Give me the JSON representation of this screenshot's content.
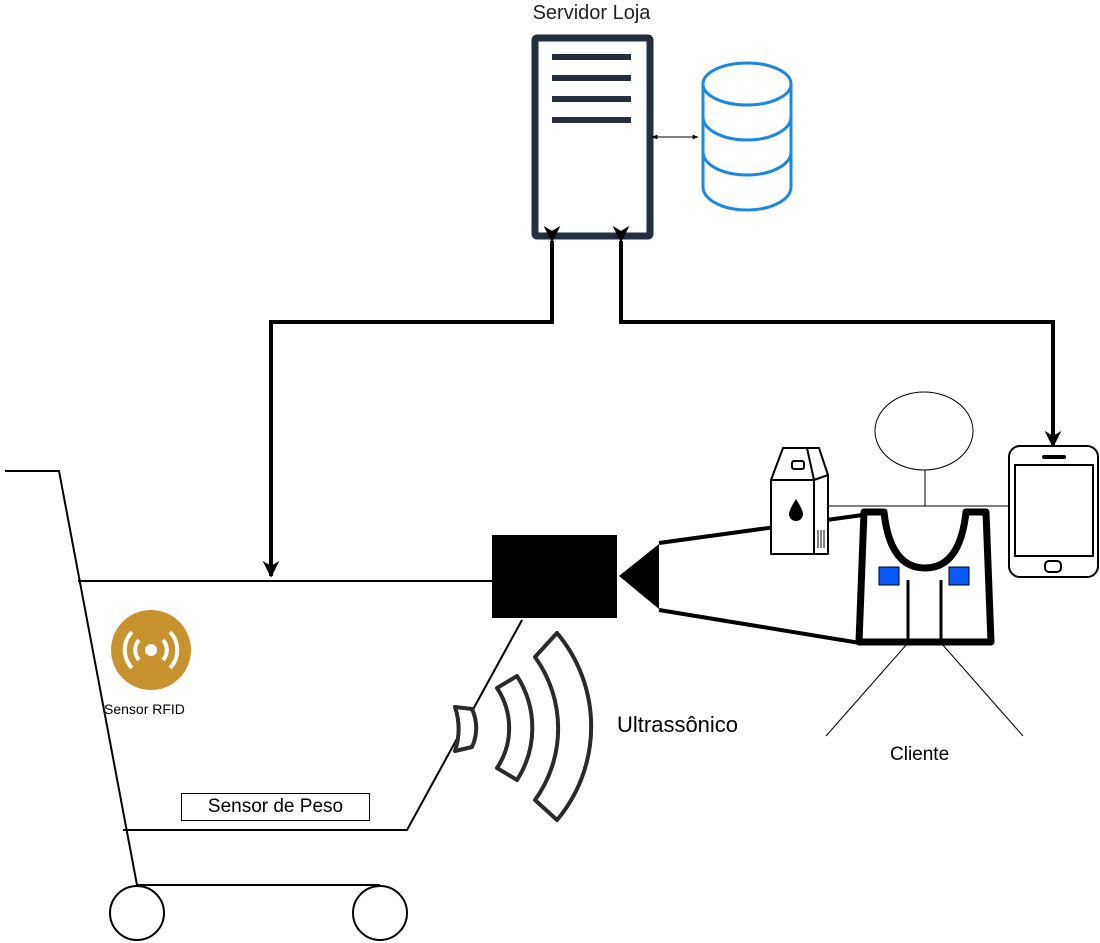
{
  "diagram": {
    "server_label": "Servidor Loja",
    "rfid_label": "Sensor RFID",
    "weight_sensor_label": "Sensor de Peso",
    "ultrasonic_label": "Ultrassônico",
    "client_label": "Cliente"
  },
  "icons": {
    "server": "server-tower-icon",
    "database": "database-icon",
    "rfid": "rfid-sensor-icon",
    "ultrasonic": "ultrasonic-wave-icon",
    "milk": "milk-carton-icon",
    "phone": "smartphone-icon",
    "vest": "vest-icon"
  },
  "colors": {
    "server": "#232F3E",
    "database": "#1A87E2",
    "rfid": "#C8922E",
    "vest_pocket": "#0A5BFF",
    "line": "#000000"
  }
}
